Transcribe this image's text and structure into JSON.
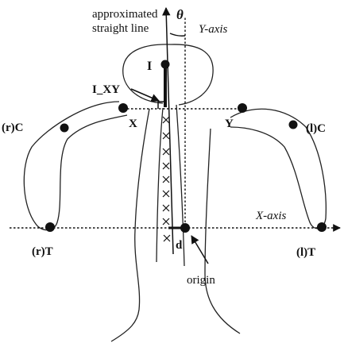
{
  "labels": {
    "approximated": "approximated",
    "straight_line": "straight line",
    "theta": "θ",
    "y_axis": "Y-axis",
    "x_axis": "X-axis",
    "I": "I",
    "I_XY": "I_XY",
    "X": "X",
    "Y": "Y",
    "rC": "(r)C",
    "lC": "(l)C",
    "rT": "(r)T",
    "lT": "(l)T",
    "d": "d",
    "origin": "origin"
  }
}
